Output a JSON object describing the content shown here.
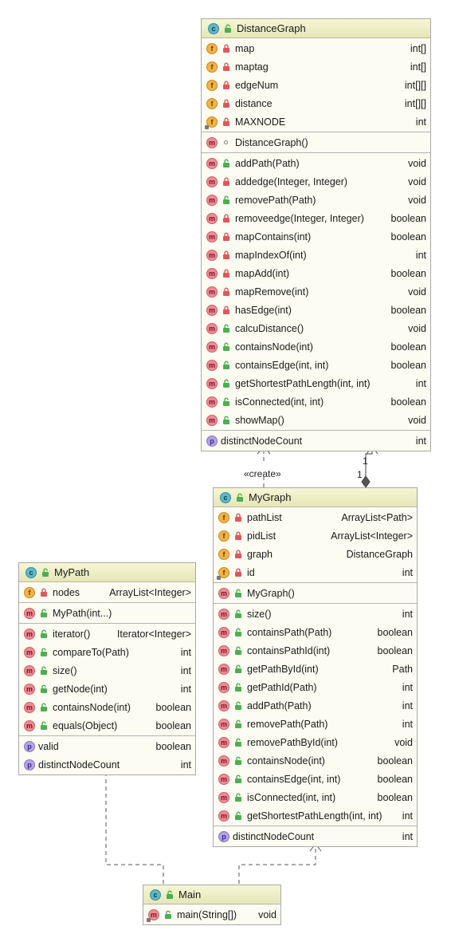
{
  "diagram": {
    "classes": {
      "distance_graph": {
        "name": "DistanceGraph",
        "fields": [
          {
            "name": "map",
            "type": "int[]",
            "vis": "private",
            "static": false
          },
          {
            "name": "maptag",
            "type": "int[]",
            "vis": "private",
            "static": false
          },
          {
            "name": "edgeNum",
            "type": "int[][]",
            "vis": "private",
            "static": false
          },
          {
            "name": "distance",
            "type": "int[][]",
            "vis": "private",
            "static": false
          },
          {
            "name": "MAXNODE",
            "type": "int",
            "vis": "private",
            "static": true
          }
        ],
        "constructors": [
          {
            "name": "DistanceGraph()",
            "type": "",
            "vis": "package"
          }
        ],
        "methods": [
          {
            "name": "addPath(Path)",
            "type": "void",
            "vis": "public"
          },
          {
            "name": "addedge(Integer, Integer)",
            "type": "void",
            "vis": "private"
          },
          {
            "name": "removePath(Path)",
            "type": "void",
            "vis": "public"
          },
          {
            "name": "removeedge(Integer, Integer)",
            "type": "boolean",
            "vis": "private"
          },
          {
            "name": "mapContains(int)",
            "type": "boolean",
            "vis": "private"
          },
          {
            "name": "mapIndexOf(int)",
            "type": "int",
            "vis": "private"
          },
          {
            "name": "mapAdd(int)",
            "type": "boolean",
            "vis": "private"
          },
          {
            "name": "mapRemove(int)",
            "type": "void",
            "vis": "private"
          },
          {
            "name": "hasEdge(int)",
            "type": "boolean",
            "vis": "private"
          },
          {
            "name": "calcuDistance()",
            "type": "void",
            "vis": "public"
          },
          {
            "name": "containsNode(int)",
            "type": "boolean",
            "vis": "public"
          },
          {
            "name": "containsEdge(int, int)",
            "type": "boolean",
            "vis": "public"
          },
          {
            "name": "getShortestPathLength(int, int)",
            "type": "int",
            "vis": "public"
          },
          {
            "name": "isConnected(int, int)",
            "type": "boolean",
            "vis": "public"
          },
          {
            "name": "showMap()",
            "type": "void",
            "vis": "public"
          }
        ],
        "properties": [
          {
            "name": "distinctNodeCount",
            "type": "int"
          }
        ]
      },
      "my_graph": {
        "name": "MyGraph",
        "fields": [
          {
            "name": "pathList",
            "type": "ArrayList<Path>",
            "vis": "private",
            "static": false
          },
          {
            "name": "pidList",
            "type": "ArrayList<Integer>",
            "vis": "private",
            "static": false
          },
          {
            "name": "graph",
            "type": "DistanceGraph",
            "vis": "private",
            "static": false
          },
          {
            "name": "id",
            "type": "int",
            "vis": "private",
            "static": true
          }
        ],
        "constructors": [
          {
            "name": "MyGraph()",
            "type": "",
            "vis": "public"
          }
        ],
        "methods": [
          {
            "name": "size()",
            "type": "int",
            "vis": "public"
          },
          {
            "name": "containsPath(Path)",
            "type": "boolean",
            "vis": "public"
          },
          {
            "name": "containsPathId(int)",
            "type": "boolean",
            "vis": "public"
          },
          {
            "name": "getPathById(int)",
            "type": "Path",
            "vis": "public"
          },
          {
            "name": "getPathId(Path)",
            "type": "int",
            "vis": "public"
          },
          {
            "name": "addPath(Path)",
            "type": "int",
            "vis": "public"
          },
          {
            "name": "removePath(Path)",
            "type": "int",
            "vis": "public"
          },
          {
            "name": "removePathById(int)",
            "type": "void",
            "vis": "public"
          },
          {
            "name": "containsNode(int)",
            "type": "boolean",
            "vis": "public"
          },
          {
            "name": "containsEdge(int, int)",
            "type": "boolean",
            "vis": "public"
          },
          {
            "name": "isConnected(int, int)",
            "type": "boolean",
            "vis": "public"
          },
          {
            "name": "getShortestPathLength(int, int)",
            "type": "int",
            "vis": "public"
          }
        ],
        "properties": [
          {
            "name": "distinctNodeCount",
            "type": "int"
          }
        ]
      },
      "my_path": {
        "name": "MyPath",
        "fields": [
          {
            "name": "nodes",
            "type": "ArrayList<Integer>",
            "vis": "private",
            "static": false
          }
        ],
        "constructors": [
          {
            "name": "MyPath(int...)",
            "type": "",
            "vis": "public"
          }
        ],
        "methods": [
          {
            "name": "iterator()",
            "type": "Iterator<Integer>",
            "vis": "public"
          },
          {
            "name": "compareTo(Path)",
            "type": "int",
            "vis": "public"
          },
          {
            "name": "size()",
            "type": "int",
            "vis": "public"
          },
          {
            "name": "getNode(int)",
            "type": "int",
            "vis": "public"
          },
          {
            "name": "containsNode(int)",
            "type": "boolean",
            "vis": "public"
          },
          {
            "name": "equals(Object)",
            "type": "boolean",
            "vis": "public"
          }
        ],
        "properties": [
          {
            "name": "valid",
            "type": "boolean"
          },
          {
            "name": "distinctNodeCount",
            "type": "int"
          }
        ]
      },
      "main": {
        "name": "Main",
        "fields": [],
        "constructors": [],
        "methods": [
          {
            "name": "main(String[])",
            "type": "void",
            "vis": "public",
            "static": true
          }
        ],
        "properties": []
      }
    },
    "labels": {
      "create": "«create»",
      "mult_top": "1",
      "mult_bottom": "1"
    },
    "badge_letters": {
      "class": "c",
      "field": "f",
      "method": "m",
      "property": "p"
    },
    "colors": {
      "header_bg": "#eeeec8",
      "body_bg": "#fcfcf2",
      "border": "#a9a9a9",
      "class_badge": "#5fb8c8",
      "field_badge": "#f3b347",
      "method_badge": "#ee8c95",
      "property_badge": "#b3a2e6",
      "public_icon": "#4caf50",
      "private_icon": "#e0575b"
    },
    "icons": {
      "public": "unlock-icon",
      "private": "lock-icon",
      "package": "package-dot-icon"
    }
  }
}
